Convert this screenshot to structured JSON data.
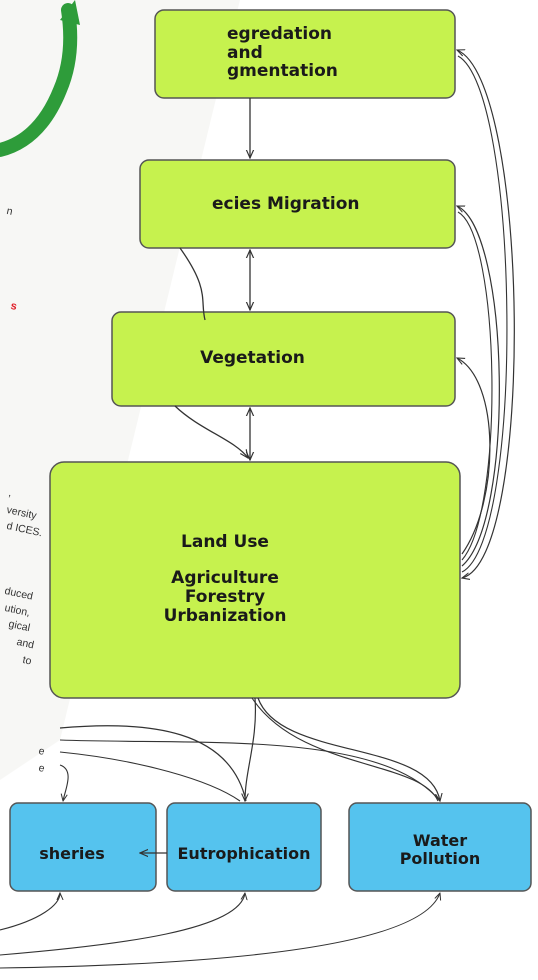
{
  "colors": {
    "green_box": "#c6f24e",
    "blue_box": "#55c3ee",
    "arrow": "#333333",
    "paper_logo": "#2e9c3a"
  },
  "nodes": {
    "degradation": {
      "line1": "egredation and",
      "line2": "gmentation"
    },
    "species_migration": {
      "label": "ecies Migration"
    },
    "vegetation": {
      "label": "Vegetation"
    },
    "land_use": {
      "title": "Land Use",
      "line1": "Agriculture",
      "line2": "Forestry",
      "line3": "Urbanization"
    },
    "fisheries": {
      "label": "sheries"
    },
    "eutrophication": {
      "label": "Eutrophication"
    },
    "water_pollution": {
      "line1": "Water",
      "line2": "Pollution"
    }
  },
  "background_paper": {
    "fragments": [
      "n",
      "s",
      ",",
      "versity",
      "d ICES.",
      "duced",
      "ution,",
      "gical",
      "and",
      "to",
      "e",
      "e"
    ]
  }
}
